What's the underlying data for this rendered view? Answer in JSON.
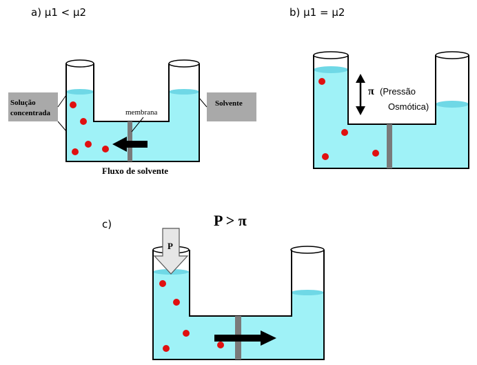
{
  "panel_a": {
    "caption": "a)  μ1 <  μ2",
    "label_left_line1": "Solução",
    "label_left_line2": "concentrada",
    "label_right": "Solvente",
    "membrane": "membrana",
    "flow": "Fluxo de solvente"
  },
  "panel_b": {
    "caption": "b)  μ1 =  μ2",
    "pi_symbol": "π",
    "pressure_line1": "(Pressão",
    "pressure_line2": "Osmótica)"
  },
  "panel_c": {
    "caption": "c)",
    "title": "P > π",
    "piston_label": "P"
  },
  "colors": {
    "water": "#9FF2F7",
    "water_surface": "#6FD8E6",
    "particle": "#E01010",
    "membrane": "#7A7A7A",
    "label_box": "#A9A9A9"
  }
}
